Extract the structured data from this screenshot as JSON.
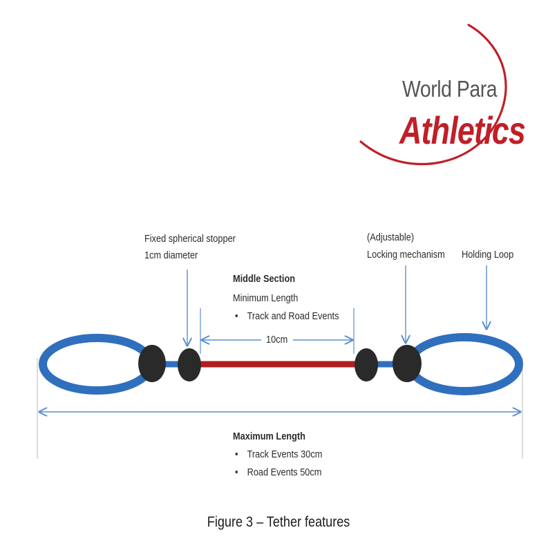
{
  "logo": {
    "line1": "World Para",
    "line2": "Athletics",
    "arc_color": "#c01f28"
  },
  "labels": {
    "stopper_line1": "Fixed spherical stopper",
    "stopper_line2": "1cm diameter",
    "middle_title": "Middle Section",
    "middle_subtitle": "Minimum Length",
    "middle_bullets": [
      "Track and Road Events"
    ],
    "ten_cm": "10cm",
    "locking_line1": "(Adjustable)",
    "locking_line2": "Locking mechanism",
    "holding_loop": "Holding Loop",
    "max_title": "Maximum Length",
    "max_bullets": [
      "Track Events 30cm",
      "Road Events  50cm"
    ]
  },
  "bullet_glyph": "•",
  "caption": "Figure 3 – Tether features",
  "colors": {
    "loop_blue": "#2f6fbe",
    "middle_red": "#b21e1e",
    "stopper_dark": "#2a2a2a",
    "arrow_blue": "#5b8fd1",
    "tick_gray": "#b8b8b8"
  }
}
